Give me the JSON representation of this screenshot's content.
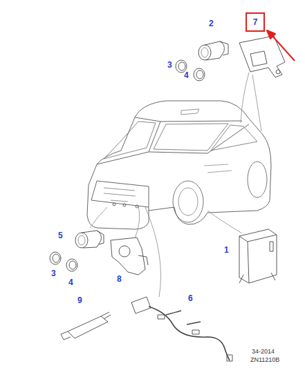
{
  "diagram": {
    "nodes": [
      {
        "text": [
          "7"
        ]
      }
    ],
    "labels": [
      "2",
      "3",
      "4",
      "5",
      "3",
      "4",
      "8",
      "9",
      "6",
      "1",
      "34-2014",
      "ZN11210B"
    ]
  }
}
